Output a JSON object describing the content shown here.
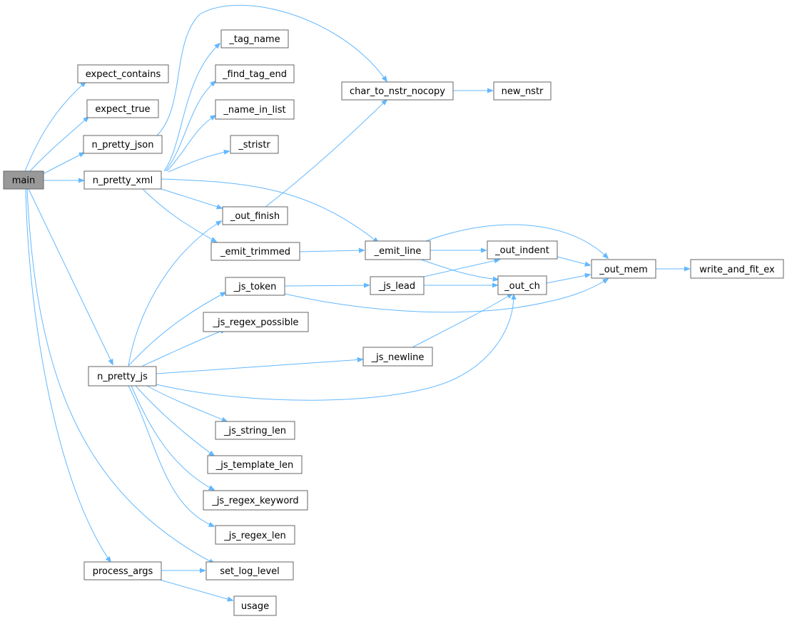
{
  "nodes": [
    {
      "id": "main",
      "label": "main",
      "root": true
    },
    {
      "id": "expect_contains",
      "label": "expect_contains"
    },
    {
      "id": "expect_true",
      "label": "expect_true"
    },
    {
      "id": "n_pretty_json",
      "label": "n_pretty_json"
    },
    {
      "id": "n_pretty_xml",
      "label": "n_pretty_xml"
    },
    {
      "id": "n_pretty_js",
      "label": "n_pretty_js"
    },
    {
      "id": "process_args",
      "label": "process_args"
    },
    {
      "id": "set_log_level",
      "label": "set_log_level"
    },
    {
      "id": "usage",
      "label": "usage"
    },
    {
      "id": "_tag_name",
      "label": "_tag_name"
    },
    {
      "id": "_find_tag_end",
      "label": "_find_tag_end"
    },
    {
      "id": "_name_in_list",
      "label": "_name_in_list"
    },
    {
      "id": "_stristr",
      "label": "_stristr"
    },
    {
      "id": "_out_finish",
      "label": "_out_finish"
    },
    {
      "id": "_emit_trimmed",
      "label": "_emit_trimmed"
    },
    {
      "id": "_js_token",
      "label": "_js_token"
    },
    {
      "id": "_js_regex_possible",
      "label": "_js_regex_possible"
    },
    {
      "id": "_js_string_len",
      "label": "_js_string_len"
    },
    {
      "id": "_js_template_len",
      "label": "_js_template_len"
    },
    {
      "id": "_js_regex_keyword",
      "label": "_js_regex_keyword"
    },
    {
      "id": "_js_regex_len",
      "label": "_js_regex_len"
    },
    {
      "id": "char_to_nstr_nocopy",
      "label": "char_to_nstr_nocopy"
    },
    {
      "id": "new_nstr",
      "label": "new_nstr"
    },
    {
      "id": "_emit_line",
      "label": "_emit_line"
    },
    {
      "id": "_js_lead",
      "label": "_js_lead"
    },
    {
      "id": "_js_newline",
      "label": "_js_newline"
    },
    {
      "id": "_out_indent",
      "label": "_out_indent"
    },
    {
      "id": "_out_ch",
      "label": "_out_ch"
    },
    {
      "id": "_out_mem",
      "label": "_out_mem"
    },
    {
      "id": "write_and_fit_ex",
      "label": "write_and_fit_ex"
    }
  ],
  "edges": [
    {
      "from": "main",
      "to": "expect_contains"
    },
    {
      "from": "main",
      "to": "expect_true"
    },
    {
      "from": "main",
      "to": "n_pretty_json"
    },
    {
      "from": "main",
      "to": "n_pretty_xml"
    },
    {
      "from": "main",
      "to": "n_pretty_js"
    },
    {
      "from": "main",
      "to": "process_args"
    },
    {
      "from": "main",
      "to": "set_log_level"
    },
    {
      "from": "n_pretty_json",
      "to": "char_to_nstr_nocopy"
    },
    {
      "from": "n_pretty_xml",
      "to": "_tag_name"
    },
    {
      "from": "n_pretty_xml",
      "to": "_find_tag_end"
    },
    {
      "from": "n_pretty_xml",
      "to": "_name_in_list"
    },
    {
      "from": "n_pretty_xml",
      "to": "_stristr"
    },
    {
      "from": "n_pretty_xml",
      "to": "_out_finish"
    },
    {
      "from": "n_pretty_xml",
      "to": "_emit_trimmed"
    },
    {
      "from": "n_pretty_xml",
      "to": "_emit_line"
    },
    {
      "from": "_out_finish",
      "to": "char_to_nstr_nocopy"
    },
    {
      "from": "char_to_nstr_nocopy",
      "to": "new_nstr"
    },
    {
      "from": "_emit_trimmed",
      "to": "_emit_line"
    },
    {
      "from": "_emit_line",
      "to": "_out_indent"
    },
    {
      "from": "_emit_line",
      "to": "_out_ch"
    },
    {
      "from": "_emit_line",
      "to": "_out_mem"
    },
    {
      "from": "_out_indent",
      "to": "_out_mem"
    },
    {
      "from": "_out_ch",
      "to": "_out_mem"
    },
    {
      "from": "_out_mem",
      "to": "write_and_fit_ex"
    },
    {
      "from": "_js_token",
      "to": "_js_lead"
    },
    {
      "from": "_js_token",
      "to": "_out_mem"
    },
    {
      "from": "_js_lead",
      "to": "_out_indent"
    },
    {
      "from": "_js_lead",
      "to": "_out_ch"
    },
    {
      "from": "_js_newline",
      "to": "_out_ch"
    },
    {
      "from": "n_pretty_js",
      "to": "_out_finish"
    },
    {
      "from": "n_pretty_js",
      "to": "_js_token"
    },
    {
      "from": "n_pretty_js",
      "to": "_js_regex_possible"
    },
    {
      "from": "n_pretty_js",
      "to": "_js_newline"
    },
    {
      "from": "n_pretty_js",
      "to": "_out_ch"
    },
    {
      "from": "n_pretty_js",
      "to": "_js_string_len"
    },
    {
      "from": "n_pretty_js",
      "to": "_js_template_len"
    },
    {
      "from": "n_pretty_js",
      "to": "_js_regex_keyword"
    },
    {
      "from": "n_pretty_js",
      "to": "_js_regex_len"
    },
    {
      "from": "process_args",
      "to": "set_log_level"
    },
    {
      "from": "process_args",
      "to": "usage"
    }
  ],
  "colors": {
    "edge": "#63b8ff",
    "node_border": "#666666",
    "root_fill": "#999999"
  }
}
